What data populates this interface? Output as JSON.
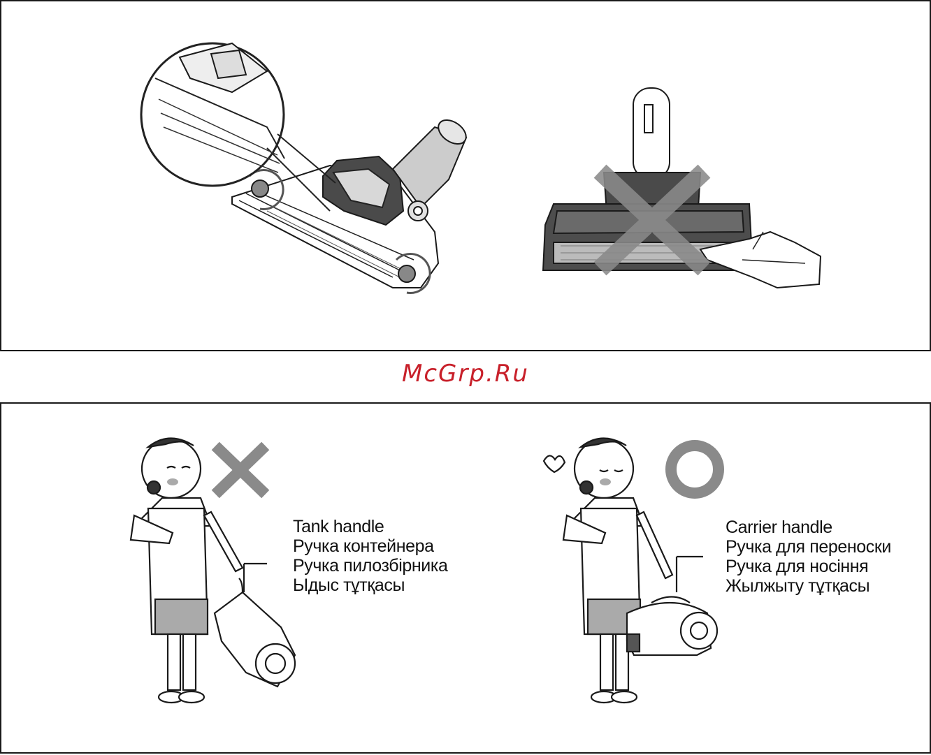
{
  "watermark": "McGrp.Ru",
  "tank_handle": {
    "lines": [
      "Tank handle",
      "Ручка контейнера",
      "Ручка пилозбірника",
      "Ыдыс тұтқасы"
    ]
  },
  "carrier_handle": {
    "lines": [
      "Carrier handle",
      "Ручка для переноски",
      "Ручка для носіння",
      "Жылжыту тұтқасы"
    ]
  },
  "marks": {
    "wrong_icon": "cross-mark-icon",
    "correct_icon": "circle-mark-icon",
    "mark_color": "#8a8a8a"
  }
}
